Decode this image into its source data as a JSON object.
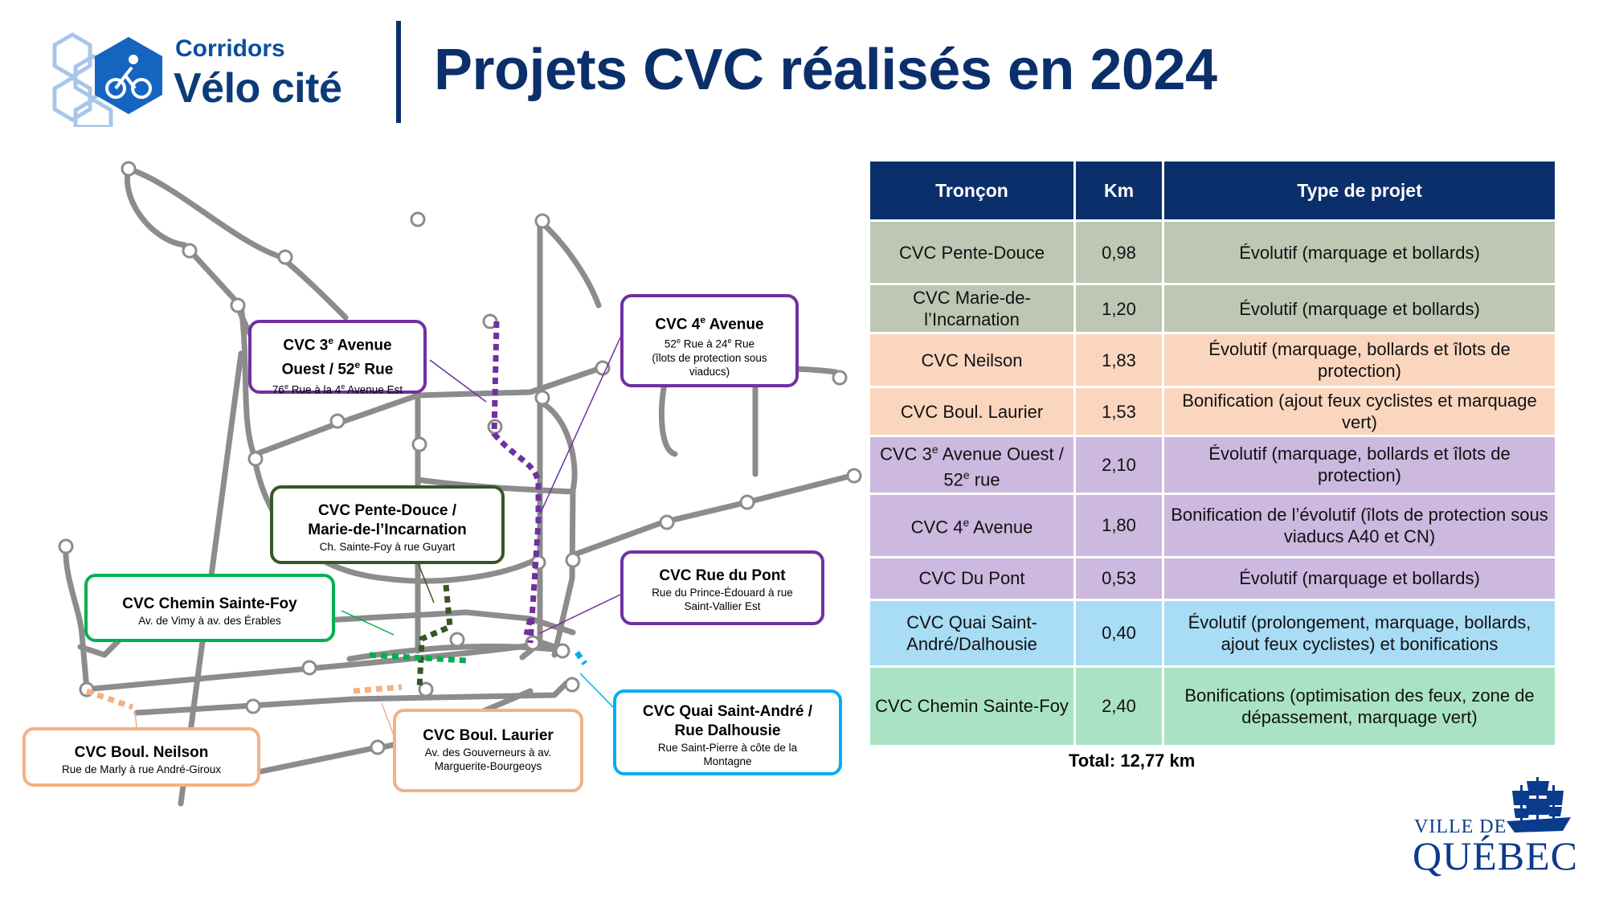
{
  "header": {
    "logo_line1": "Corridors",
    "logo_line2": "Vélo cité",
    "title": "Projets CVC réalisés en 2024"
  },
  "callouts": {
    "ave3": {
      "title_a": "CVC 3",
      "sup_a": "e",
      "title_b": " Avenue",
      "title_c": "Ouest / 52",
      "sup_c": "e",
      "title_d": " Rue",
      "sub_a": "76",
      "sub_sup_a": "e",
      "sub_b": " Rue à la 4",
      "sub_sup_b": "e",
      "sub_c": " Avenue Est"
    },
    "ave4": {
      "title_a": "CVC 4",
      "sup_a": "e",
      "title_b": " Avenue",
      "sub_a": "52",
      "sub_sup_a": "e",
      "sub_b": " Rue à 24",
      "sub_sup_b": "e",
      "sub_c": " Rue",
      "sub_line2": "(îlots de protection sous",
      "sub_line3": "viaducs)"
    },
    "pente_douce": {
      "title1": "CVC Pente-Douce /",
      "title2": "Marie-de-l’Incarnation",
      "sub": "Ch. Sainte-Foy à rue Guyart"
    },
    "chemin_sf": {
      "title": "CVC Chemin Sainte-Foy",
      "sub": "Av. de Vimy à av. des Érables"
    },
    "rue_pont": {
      "title": "CVC Rue du Pont",
      "sub1": "Rue du Prince-Édouard à rue",
      "sub2": "Saint-Vallier Est"
    },
    "neilson": {
      "title": "CVC Boul. Neilson",
      "sub": "Rue de Marly à rue André-Giroux"
    },
    "laurier": {
      "title": "CVC Boul. Laurier",
      "sub1": "Av. des Gouverneurs à av.",
      "sub2": "Marguerite-Bourgeoys"
    },
    "quai": {
      "title1": "CVC Quai Saint-André /",
      "title2": "Rue Dalhousie",
      "sub1": "Rue Saint-Pierre à côte de la",
      "sub2": "Montagne"
    }
  },
  "table": {
    "headers": [
      "Tronçon",
      "Km",
      "Type de projet"
    ],
    "rows": [
      {
        "troncon": "CVC Pente-Douce",
        "km": "0,98",
        "type": "Évolutif (marquage et bollards)",
        "color": "#bdc7b4"
      },
      {
        "troncon": "CVC Marie-de-l’Incarnation",
        "km": "1,20",
        "type": "Évolutif (marquage et bollards)",
        "color": "#bdc7b4"
      },
      {
        "troncon": "CVC Neilson",
        "km": "1,83",
        "type": "Évolutif (marquage, bollards et îlots de protection)",
        "color": "#fbd6bf"
      },
      {
        "troncon": "CVC Boul. Laurier",
        "km": "1,53",
        "type": "Bonification (ajout feux cyclistes et marquage vert)",
        "color": "#fbd6bf"
      },
      {
        "troncon_a": "CVC 3",
        "troncon_sup": "e",
        "troncon_b": " Avenue Ouest / 52",
        "troncon_sup2": "e",
        "troncon_c": " rue",
        "km": "2,10",
        "type": "Évolutif (marquage, bollards et îlots de protection)",
        "color": "#cdb8df"
      },
      {
        "troncon_a": "CVC 4",
        "troncon_sup": "e",
        "troncon_b": " Avenue",
        "km": "1,80",
        "type": "Bonification de l’évolutif (îlots de protection sous viaducs A40 et CN)",
        "color": "#cdb8df"
      },
      {
        "troncon": "CVC Du Pont",
        "km": "0,53",
        "type": "Évolutif (marquage et bollards)",
        "color": "#cdb8df"
      },
      {
        "troncon": "CVC Quai Saint-André/Dalhousie",
        "km": "0,40",
        "type": "Évolutif (prolongement, marquage, bollards, ajout feux cyclistes) et bonifications",
        "color": "#a9dcf5"
      },
      {
        "troncon": "CVC Chemin Sainte-Foy",
        "km": "2,40",
        "type": "Bonifications (optimisation des feux, zone de dépassement, marquage vert)",
        "color": "#a9e3c3"
      }
    ],
    "total": "Total: 12,77 km"
  },
  "footer": {
    "ville_de": "VILLE DE",
    "quebec": "QUÉBEC"
  },
  "colors": {
    "navy": "#0b2f6b",
    "purple": "#7030a0",
    "green_dark": "#375623",
    "green": "#00b050",
    "orange": "#f4b183",
    "cyan": "#00b0f0",
    "road": "#8c8c8c"
  }
}
